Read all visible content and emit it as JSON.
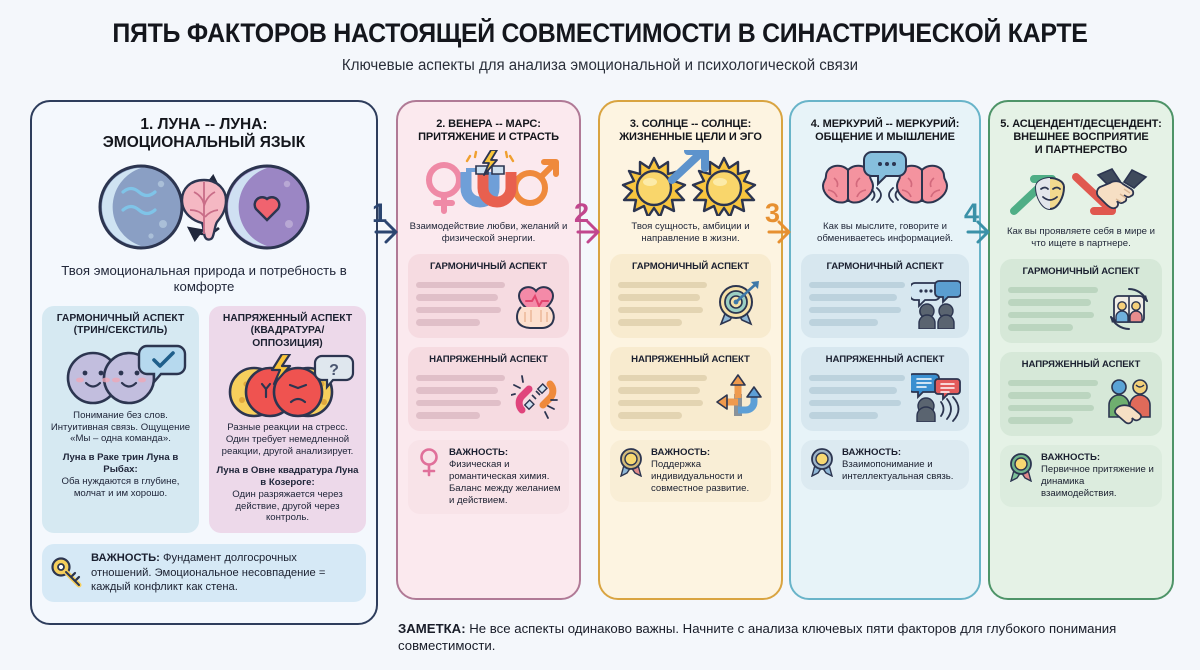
{
  "header": {
    "title": "ПЯТЬ ФАКТОРОВ НАСТОЯЩЕЙ СОВМЕСТИМОСТИ В СИНАСТРИЧЕСКОЙ КАРТЕ",
    "subtitle": "Ключевые аспекты для анализа эмоциональной и психологической связи"
  },
  "connectors": [
    {
      "number": "1",
      "color": "#2b4570",
      "icon": "chevron-right-arrow"
    },
    {
      "number": "2",
      "color": "#c2468d",
      "icon": "chevron-right-arrow"
    },
    {
      "number": "3",
      "color": "#e79030",
      "icon": "chevron-right-arrow"
    },
    {
      "number": "4",
      "color": "#3b91a8",
      "icon": "chevron-right-arrow"
    }
  ],
  "columns": [
    {
      "id": "moon-moon",
      "title": "1. ЛУНА -- ЛУНА:\nЭМОЦИОНАЛЬНЫЙ ЯЗЫК",
      "title_line1": "1. ЛУНА -- ЛУНА:",
      "title_line2": "ЭМОЦИОНАЛЬНЫЙ ЯЗЫК",
      "lede": "Твоя эмоциональная природа и потребность в комфорте",
      "border_color": "#2e3d5c",
      "bg_color": "#f4f8fd",
      "art_icon": "two-moons-brain-heart",
      "harmonic": {
        "label": "ГАРМОНИЧНЫЙ АСПЕКТ (ТРИН/СЕКСТИЛЬ)",
        "label_line1": "ГАРМОНИЧНЫЙ АСПЕКТ",
        "label_line2": "(ТРИН/СЕКСТИЛЬ)",
        "icon": "two-smiling-moons-check",
        "text": "Понимание без слов. Интуитивная связь. Ощущение «Мы – одна команда».",
        "example_title": "Луна в Раке трин Луна в Рыбах:",
        "example_text": "Оба нуждаются в глубине, молчат и им хорошо."
      },
      "tense": {
        "label": "НАПРЯЖЕННЫЙ АСПЕКТ (КВАДРАТУРА/ОППОЗИЦИЯ)",
        "label_line1": "НАПРЯЖЕННЫЙ АСПЕКТ",
        "label_line2": "(КВАДРАТУРА/ОППОЗИЦИЯ)",
        "icon": "angry-moons-lightning-question",
        "text": "Разные реакции на стресс. Один требует немедленной реакции, другой анализирует.",
        "example_title": "Луна в Овне квадратура Луна в Козероге:",
        "example_text": "Один разряжается через действие, другой через контроль."
      },
      "importance": {
        "icon": "key-icon",
        "label": "ВАЖНОСТЬ:",
        "text": "Фундамент долгосрочных отношений. Эмоциональное несовпадение = каждый конфликт как стена."
      }
    },
    {
      "id": "venus-mars",
      "title_line1": "2. ВЕНЕРА -- МАРС:",
      "title_line2": "ПРИТЯЖЕНИЕ И СТРАСТЬ",
      "lede": "Взаимодействие любви, желаний и физической энергии.",
      "border_color": "#b07a96",
      "bg_color": "#fbe9ee",
      "art_icon": "venus-mars-magnet",
      "harmonic": {
        "label": "ГАРМОНИЧНЫЙ АСПЕКТ",
        "icon": "heart-in-hands-icon",
        "box_bg": "#f6dbe1",
        "line_color": "#e0bfc8"
      },
      "tense": {
        "label": "НАПРЯЖЕННЫЙ АСПЕКТ",
        "icon": "broken-magnet-icon",
        "box_bg": "#f6dbe1",
        "line_color": "#e0bfc8"
      },
      "importance": {
        "icon": "venus-symbol-icon",
        "label": "ВАЖНОСТЬ:",
        "text": "Физическая и романтическая химия. Баланс между желанием и действием.",
        "box_bg": "#f8e3e8"
      }
    },
    {
      "id": "sun-sun",
      "title_line1": "3. СОЛНЦЕ -- СОЛНЦЕ:",
      "title_line2": "ЖИЗНЕННЫЕ ЦЕЛИ И ЭГО",
      "lede": "Твоя сущность, амбиции и направление в жизни.",
      "border_color": "#d9a441",
      "bg_color": "#fdf4e1",
      "art_icon": "two-suns-arrow",
      "harmonic": {
        "label": "ГАРМОНИЧНЫЙ АСПЕКТ",
        "icon": "target-medal-icon",
        "box_bg": "#f8ebcf",
        "line_color": "#e3d4b2"
      },
      "tense": {
        "label": "НАПРЯЖЕННЫЙ АСПЕКТ",
        "icon": "diverging-arrows-icon",
        "box_bg": "#f8ebcf",
        "line_color": "#e3d4b2"
      },
      "importance": {
        "icon": "award-ribbon-icon",
        "label": "ВАЖНОСТЬ:",
        "text": "Поддержка индивидуальности и совместное развитие.",
        "box_bg": "#f9eed6"
      }
    },
    {
      "id": "mercury-mercury",
      "title_line1": "4. МЕРКУРИЙ -- МЕРКУРИЙ:",
      "title_line2": "ОБЩЕНИЕ И МЫШЛЕНИЕ",
      "lede": "Как вы мыслите, говорите и обмениваетесь информацией.",
      "border_color": "#69b4c9",
      "bg_color": "#e7f3f8",
      "art_icon": "two-brains-speech-bubble",
      "harmonic": {
        "label": "ГАРМОНИЧНЫЙ АСПЕКТ",
        "icon": "two-heads-talking-icon",
        "box_bg": "#d7e7ef",
        "line_color": "#bcd2dd"
      },
      "tense": {
        "label": "НАПРЯЖЕННЫЙ АСПЕКТ",
        "icon": "head-shouting-bubbles-icon",
        "box_bg": "#d7e7ef",
        "line_color": "#bcd2dd"
      },
      "importance": {
        "icon": "award-ribbon-icon",
        "label": "ВАЖНОСТЬ:",
        "text": "Взаимопонимание и интеллектуальная связь.",
        "box_bg": "#dceaf1"
      }
    },
    {
      "id": "ascendant-descendant",
      "title_line1": "5. АСЦЕНДЕНТ/ДЕСЦЕНДЕНТ:",
      "title_line2": "ВНЕШНЕЕ ВОСПРИЯТИЕ",
      "title_line3": "И ПАРТНЕРСТВО",
      "lede": "Как вы проявляете себя в мире и что ищете в партнере.",
      "border_color": "#4e9468",
      "bg_color": "#e5f2e6",
      "art_icon": "mask-handshake-arrows",
      "harmonic": {
        "label": "ГАРМОНИЧНЫЙ АСПЕКТ",
        "icon": "mirrored-people-cycle-icon",
        "box_bg": "#d6e8d8",
        "line_color": "#bbd5bf"
      },
      "tense": {
        "label": "НАПРЯЖЕННЫЙ АСПЕКТ",
        "icon": "two-people-handshake-icon",
        "box_bg": "#d6e8d8",
        "line_color": "#bbd5bf"
      },
      "importance": {
        "icon": "award-ribbon-icon",
        "label": "ВАЖНОСТЬ:",
        "text": "Первичное притяжение и динамика взаимодействия.",
        "box_bg": "#dcecde"
      }
    }
  ],
  "footer": {
    "label": "ЗАМЕТКА:",
    "text": " Не все аспекты одинаково важны. Начните с анализа ключевых пяти факторов для глубокого понимания совместимости."
  }
}
